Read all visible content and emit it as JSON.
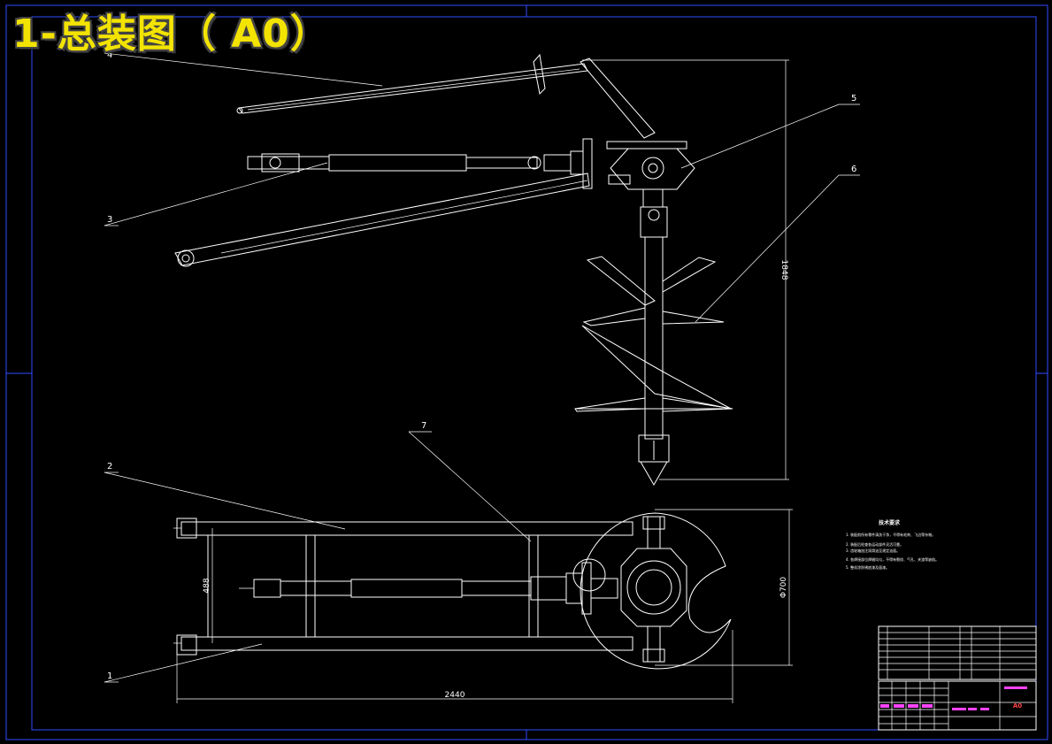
{
  "drawing_title": "1-总装图（ A0）",
  "part_labels": [
    "1",
    "2",
    "3",
    "4",
    "5",
    "6",
    "7"
  ],
  "dimensions": {
    "height_total": "1848",
    "width_total": "2440",
    "frame_width": "488",
    "diameter": "Φ700"
  },
  "technical_requirements": {
    "title": "技术要求",
    "items": [
      "1. 装配前所有零件清洗干净，不得有毛刺、飞边等杂物。",
      "2. 装配后检查各运动部件灵活可靠。",
      "3. 齿轮箱加注润滑油至规定油面。",
      "4. 各焊接部位焊缝均匀，不得有裂纹、气孔、夹渣等缺陷。",
      "5. 整机涂防锈底漆及面漆。"
    ]
  },
  "title_block": {
    "material": "A0",
    "name_label": "总装图"
  },
  "colors": {
    "background": "#000000",
    "lines": "#ffffff",
    "border": "#2f4bff",
    "title": "#f3e300",
    "table_text": "#ff44ff"
  }
}
